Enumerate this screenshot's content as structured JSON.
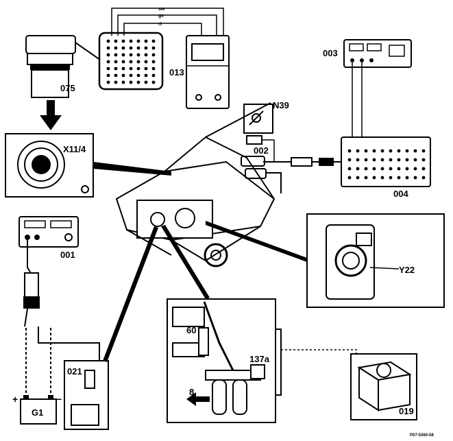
{
  "labels": {
    "l075": "075",
    "l013": "013",
    "l003": "003",
    "l004": "004",
    "l002": "002",
    "n39": "N39",
    "x114": "X11/4",
    "l001": "001",
    "y22": "Y22",
    "l021": "021",
    "l60": "60",
    "l137a": "137a",
    "l8": "8",
    "l019": "019",
    "g1": "G1"
  },
  "wire_codes": {
    "sw": "sw",
    "ge": "ge",
    "rt": "rt"
  },
  "signs": {
    "plus": "+",
    "minus": "−"
  },
  "footer": {
    "code": "P07-5360-58"
  }
}
